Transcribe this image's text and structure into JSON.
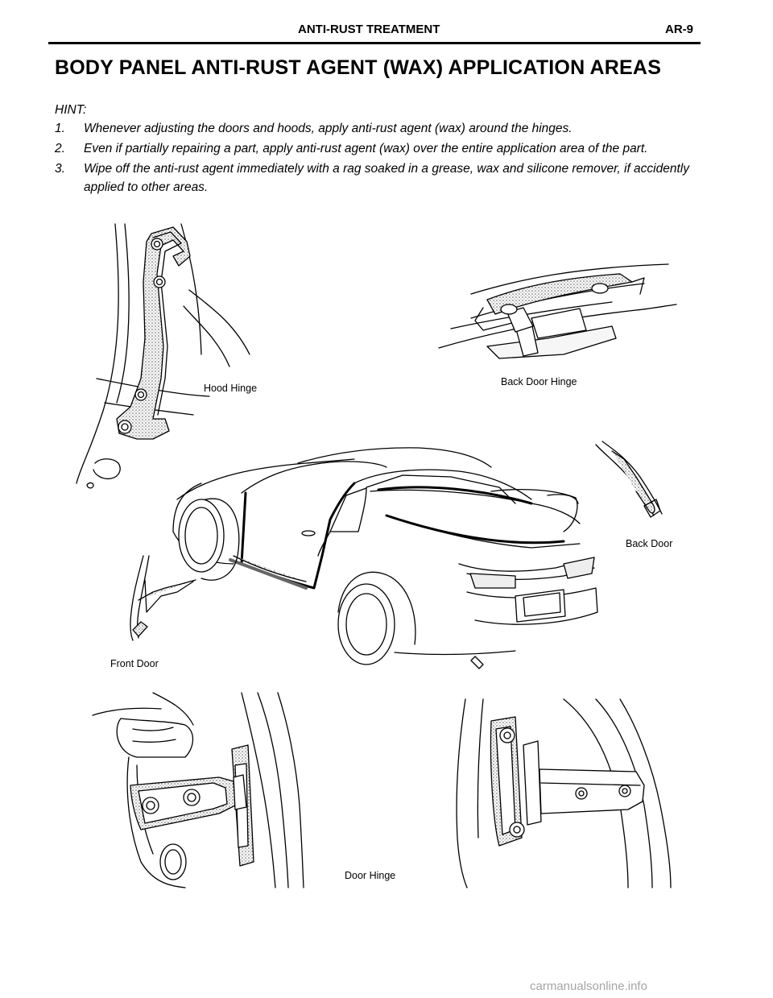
{
  "header": {
    "title": "ANTI-RUST  TREATMENT",
    "code": "AR-9"
  },
  "main_title": "BODY PANEL ANTI-RUST AGENT (WAX) APPLICATION AREAS",
  "hint": {
    "label": "HINT:",
    "items": [
      {
        "num": "1.",
        "text": "Whenever adjusting the doors and hoods, apply anti-rust agent (wax) around the hinges."
      },
      {
        "num": "2.",
        "text": "Even if partially repairing a part, apply anti-rust agent (wax) over the entire application area of the part."
      },
      {
        "num": "3.",
        "text": "Wipe off the anti-rust agent immediately with a rag soaked in a grease, wax and silicone remover, if accidently applied to other areas."
      }
    ]
  },
  "figure": {
    "labels": {
      "hood_hinge": "Hood Hinge",
      "back_door_hinge": "Back Door Hinge",
      "back_door": "Back Door",
      "front_door": "Front Door",
      "door_hinge": "Door Hinge"
    }
  },
  "footer": {
    "watermark": "carmanualsonline.info"
  }
}
